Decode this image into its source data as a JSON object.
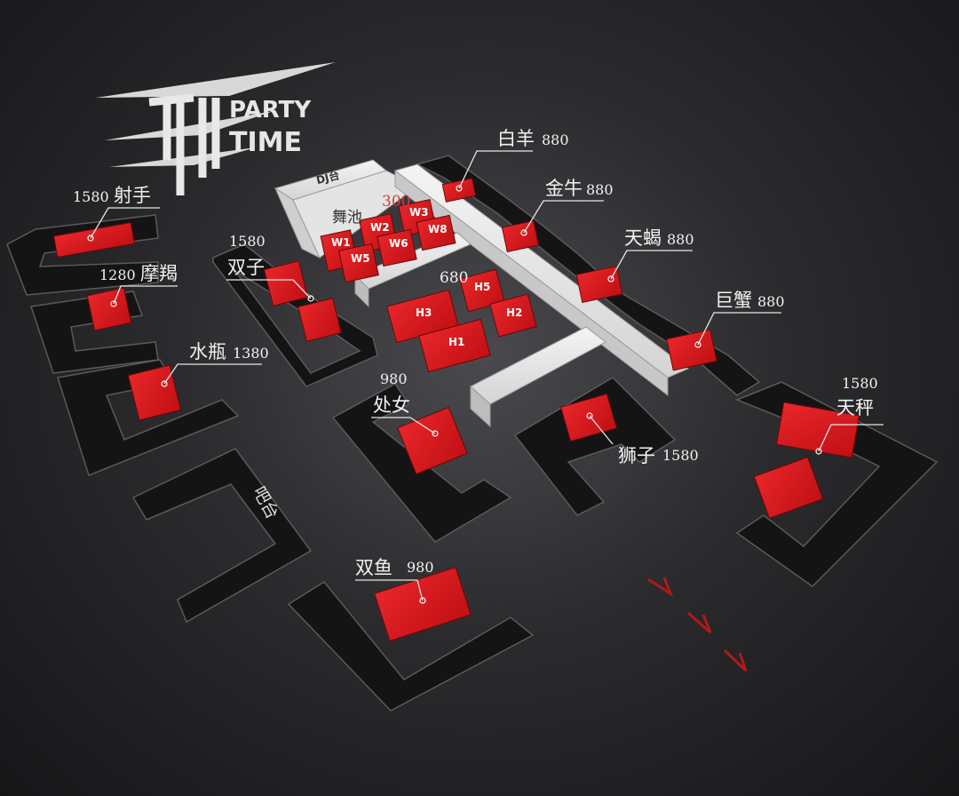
{
  "logo": {
    "line1": "PARTY",
    "line2": "TIME"
  },
  "dj_label": "DJ台",
  "dance_floor": {
    "label": "舞池",
    "price": "300"
  },
  "bar_label": "吧台",
  "center_price": "680",
  "booths": {
    "w1": "W1",
    "w2": "W2",
    "w3": "W3",
    "w5": "W5",
    "w6": "W6",
    "w8": "W8",
    "h1": "H1",
    "h2": "H2",
    "h3": "H3",
    "h5": "H5"
  },
  "zones": {
    "aries": {
      "name": "白羊",
      "price": "880"
    },
    "taurus": {
      "name": "金牛",
      "price": "880"
    },
    "scorpio": {
      "name": "天蝎",
      "price": "880"
    },
    "cancer": {
      "name": "巨蟹",
      "price": "880"
    },
    "libra": {
      "name": "天秤",
      "price": "1580"
    },
    "leo": {
      "name": "狮子",
      "price": "1580"
    },
    "virgo": {
      "name": "处女",
      "price": "980"
    },
    "pisces": {
      "name": "双鱼",
      "price": "980"
    },
    "gemini": {
      "name": "双子",
      "price": "1580"
    },
    "sagittarius": {
      "name": "射手",
      "price": "1580"
    },
    "capricorn": {
      "name": "摩羯",
      "price": "1280"
    },
    "aquarius": {
      "name": "水瓶",
      "price": "1380"
    }
  },
  "colors": {
    "booth_red": "#d2161a",
    "sofa_black": "#151515",
    "stage_white": "#e8e8e8",
    "arrow": "#b01a1a"
  }
}
